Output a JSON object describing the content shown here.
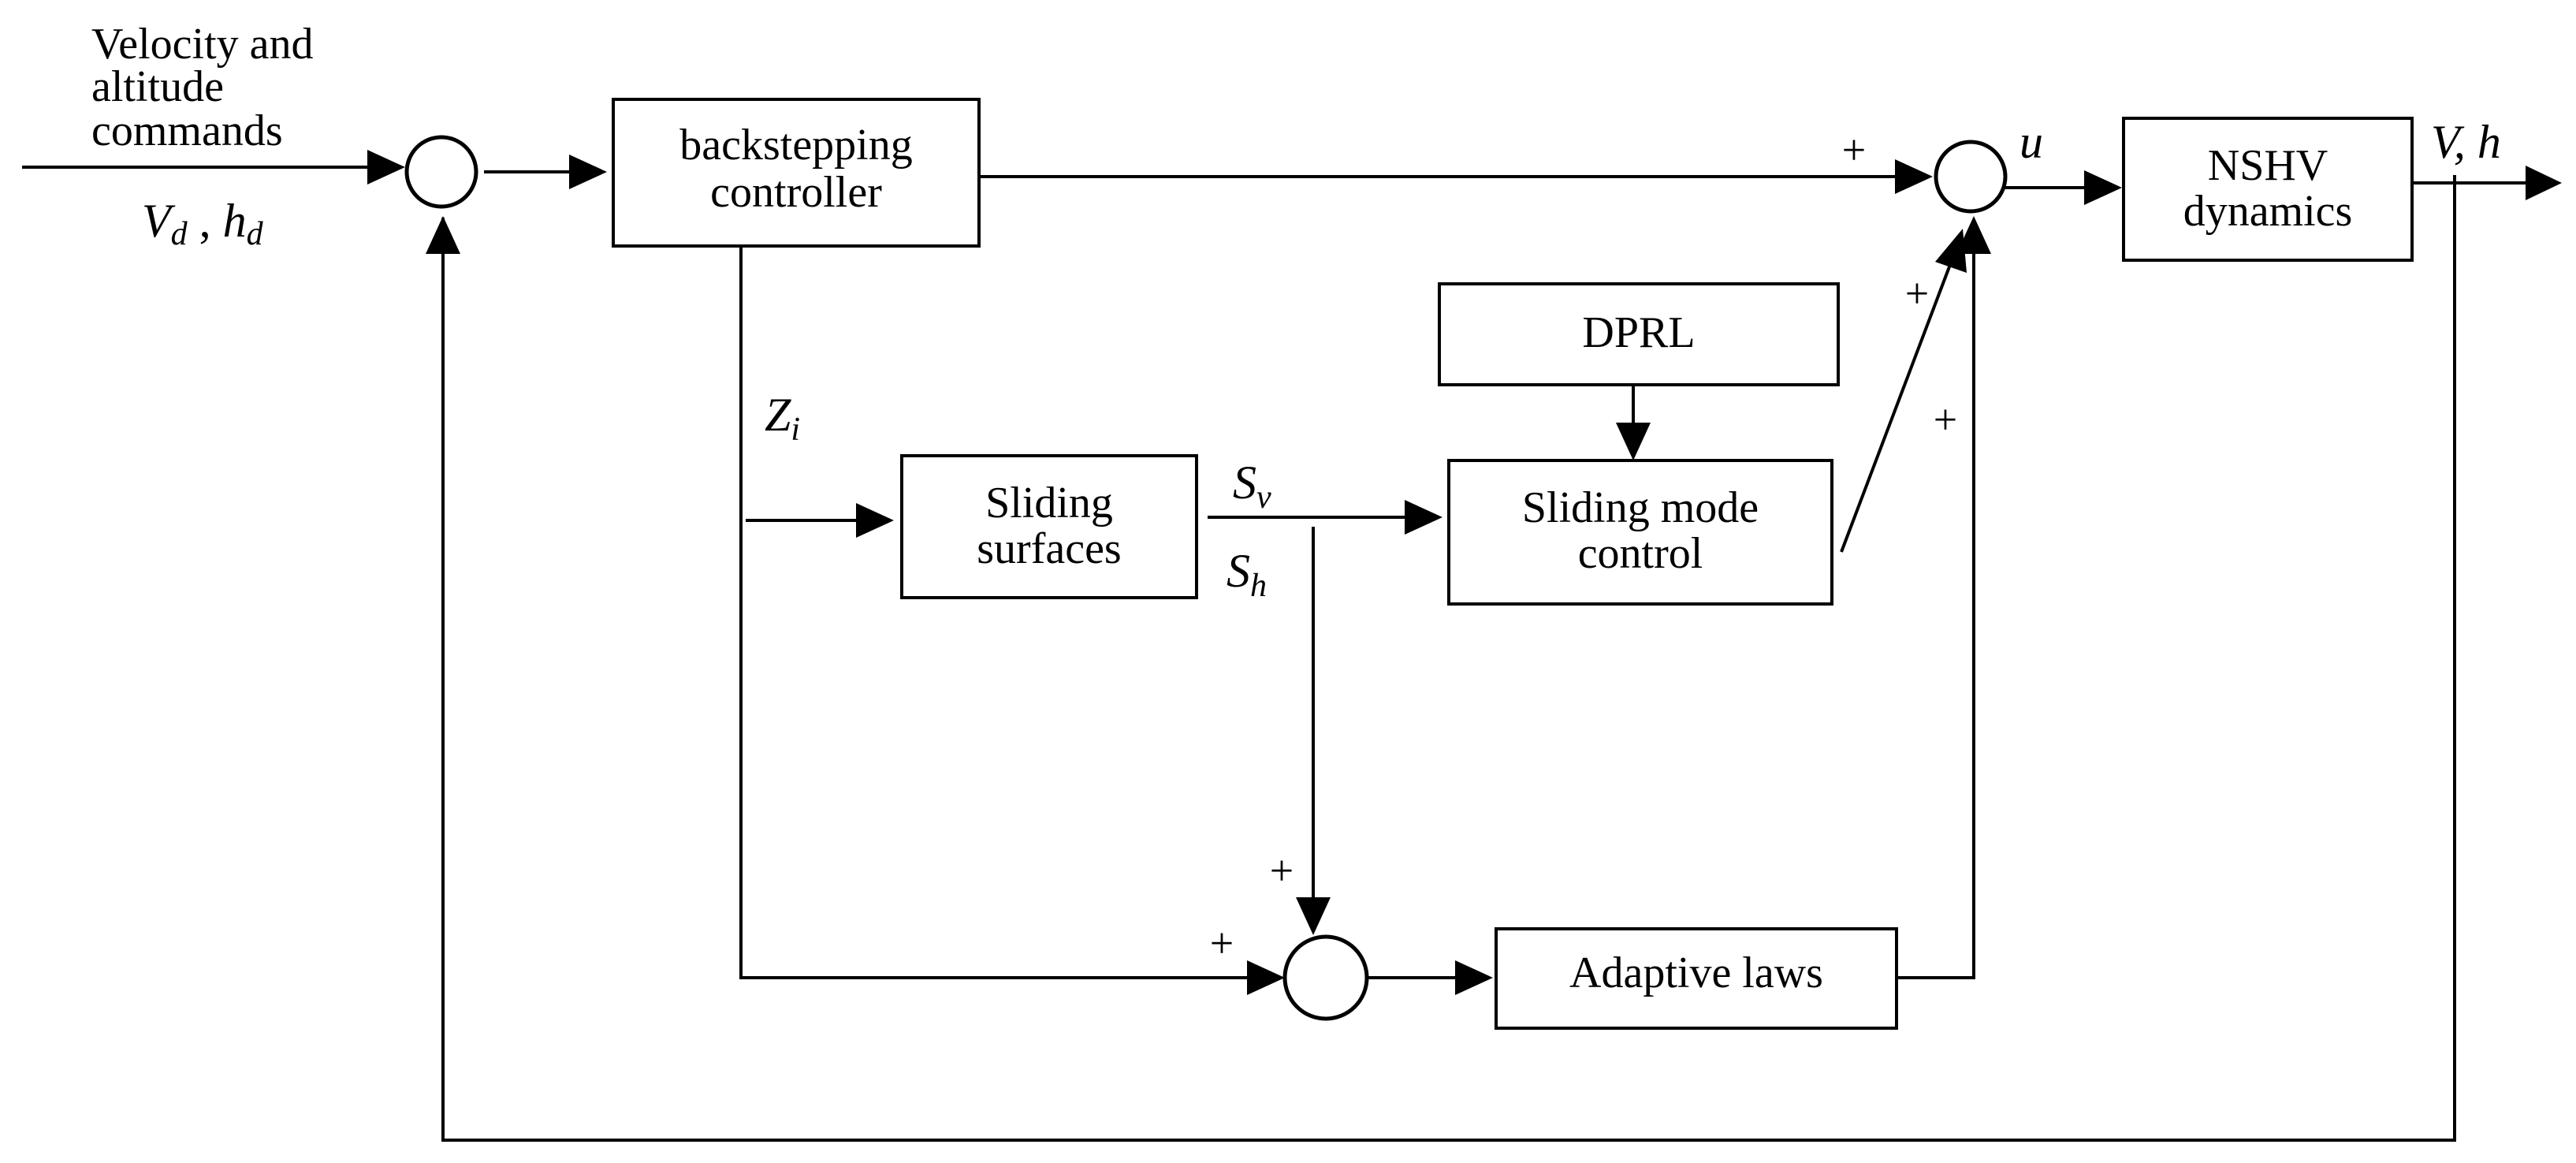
{
  "inputs": {
    "commands_line1": "Velocity and",
    "commands_line2": "altitude",
    "commands_line3": "commands",
    "vd_main": "V",
    "vd_sub": "d",
    "hd_sep": " , ",
    "hd_main": "h",
    "hd_sub": "d"
  },
  "blocks": {
    "backstepping": [
      "backstepping",
      "controller"
    ],
    "nshv": [
      "NSHV",
      "dynamics"
    ],
    "dprl": "DPRL",
    "sliding_surfaces": [
      "Sliding",
      "surfaces"
    ],
    "sliding_mode": [
      "Sliding mode",
      "control"
    ],
    "adaptive_laws": "Adaptive laws"
  },
  "signals": {
    "u": "u",
    "output": "V, h",
    "zi_main": "Z",
    "zi_sub": "i",
    "sv_main": "S",
    "sv_sub": "v",
    "sh_main": "S",
    "sh_sub": "h"
  },
  "signs": {
    "plus": "+"
  }
}
